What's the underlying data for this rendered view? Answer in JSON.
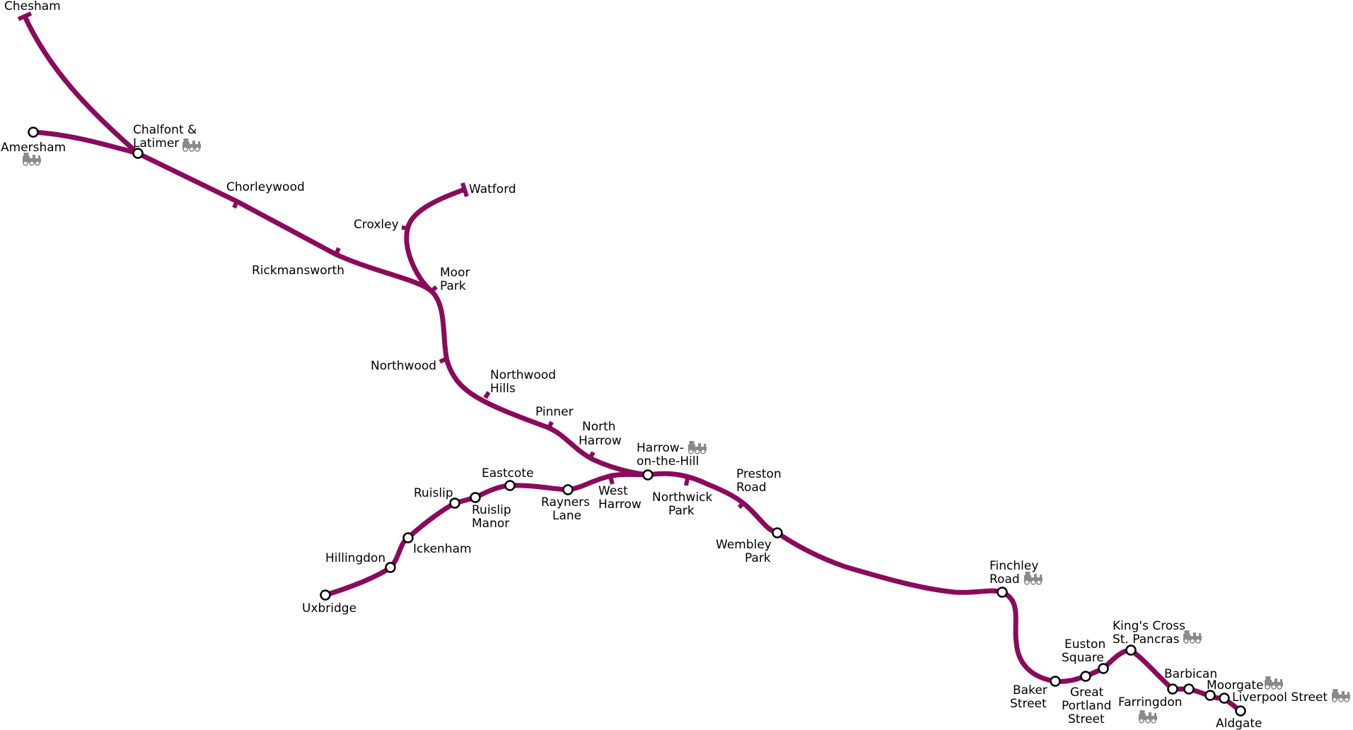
{
  "line_color": "#8a0a5c",
  "train_icon_color": "#8a8a8a",
  "stations": {
    "chesham": "Chesham",
    "amersham": "Amersham",
    "chalfont_1": "Chalfont &",
    "chalfont_2": "Latimer",
    "chorleywood": "Chorleywood",
    "rickmansworth": "Rickmansworth",
    "watford": "Watford",
    "croxley": "Croxley",
    "moor_park_1": "Moor",
    "moor_park_2": "Park",
    "northwood": "Northwood",
    "northwood_hills_1": "Northwood",
    "northwood_hills_2": "Hills",
    "pinner": "Pinner",
    "north_harrow_1": "North",
    "north_harrow_2": "Harrow",
    "harrow_1": "Harrow-",
    "harrow_2": "on-the-Hill",
    "eastcote": "Eastcote",
    "ruislip": "Ruislip",
    "ruislip_manor_1": "Ruislip",
    "ruislip_manor_2": "Manor",
    "rayners_lane_1": "Rayners",
    "rayners_lane_2": "Lane",
    "west_harrow_1": "West",
    "west_harrow_2": "Harrow",
    "northwick_park_1": "Northwick",
    "northwick_park_2": "Park",
    "preston_road_1": "Preston",
    "preston_road_2": "Road",
    "ickenham": "Ickenham",
    "hillingdon": "Hillingdon",
    "uxbridge": "Uxbridge",
    "wembley_park_1": "Wembley",
    "wembley_park_2": "Park",
    "finchley_road_1": "Finchley",
    "finchley_road_2": "Road",
    "kings_cross_1": "King's Cross",
    "kings_cross_2": "St. Pancras",
    "euston_square_1": "Euston",
    "euston_square_2": "Square",
    "baker_street_1": "Baker",
    "baker_street_2": "Street",
    "great_portland_1": "Great",
    "great_portland_2": "Portland",
    "great_portland_3": "Street",
    "farringdon": "Farringdon",
    "barbican": "Barbican",
    "moorgate": "Moorgate",
    "liverpool_street": "Liverpool Street",
    "aldgate": "Aldgate"
  },
  "icons": {
    "interchange": "national-rail-train-icon",
    "station": "interchange-station-circle",
    "terminus": "terminus-bar",
    "stop": "station-tick"
  }
}
